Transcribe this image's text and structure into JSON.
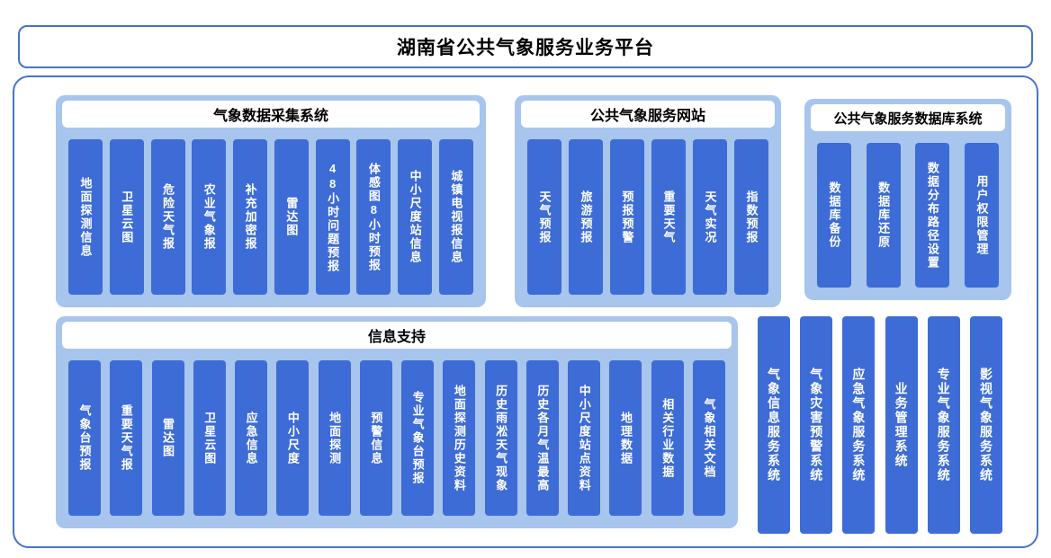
{
  "title": "湖南省公共气象服务业务平台",
  "sections": [
    {
      "title": "气象数据采集系统",
      "items": [
        "地面探测信息",
        "卫星云图",
        "危险天气报",
        "农业气象报",
        "补充加密报",
        "雷达图",
        "48小时问题预报",
        "体感图8小时预报",
        "中小尺度站信息",
        "城镇电视报信息"
      ]
    },
    {
      "title": "公共气象服务网站",
      "items": [
        "天气预报",
        "旅游预报",
        "预报预警",
        "重要天气",
        "天气实况",
        "指数预报"
      ]
    },
    {
      "title": "公共气象服务数据库系统",
      "items": [
        "数据库备份",
        "数据库还原",
        "数据分布路径设置",
        "用户权限管理"
      ]
    },
    {
      "title": "信息支持",
      "items": [
        "气象台预报",
        "重要天气报",
        "雷达图",
        "卫星云图",
        "应急信息",
        "中小尺度",
        "地面探测",
        "预警信息",
        "专业气象台预报",
        "地面探测历史资料",
        "历史雨凇天气现象",
        "历史各月气温最高",
        "中小尺度站点资料",
        "地理数据",
        "相关行业数据",
        "气象相关文档"
      ]
    }
  ],
  "right_systems": [
    "气象信息服务系统",
    "气象灾害预警系统",
    "应急气象服务系统",
    "业务管理系统",
    "专业气象服务系统",
    "影视气象服务系统"
  ],
  "colors": {
    "bar_blue": "#3d6cd6",
    "panel_light_blue": "#a7c5ed",
    "border_blue": "#4673c8",
    "title_text": "#000000",
    "bar_text": "#ffffff"
  }
}
